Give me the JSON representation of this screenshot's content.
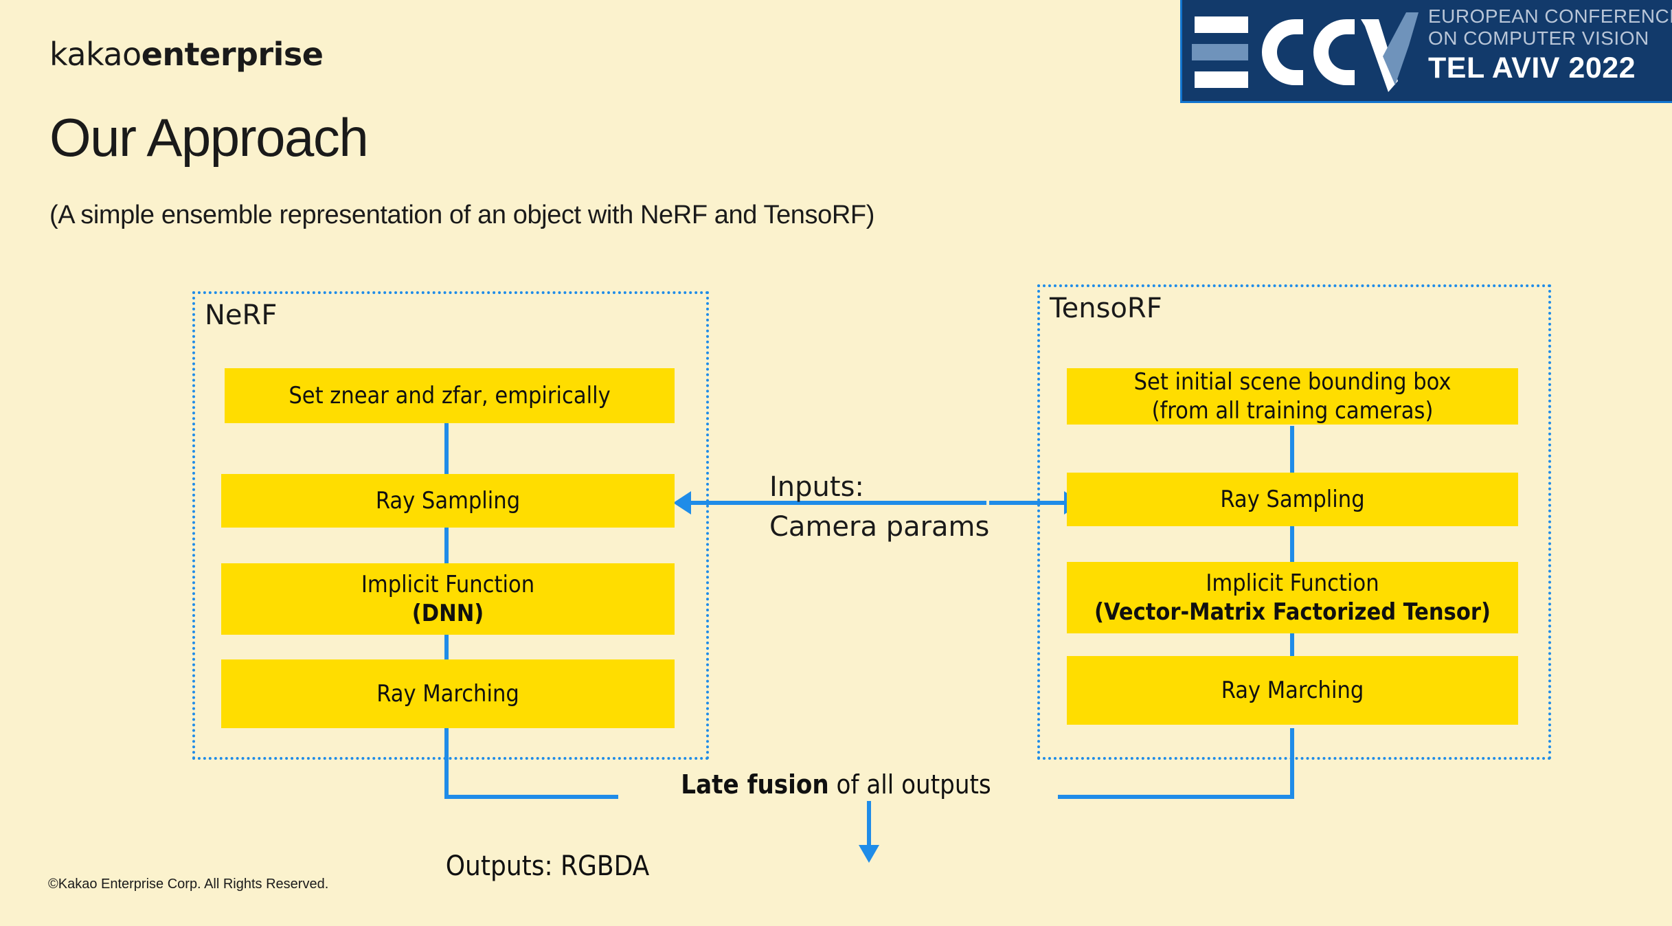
{
  "slide": {
    "brand": {
      "part1": "kakao",
      "part2": "enterprise"
    },
    "title": "Our Approach",
    "subtitle": "(A simple ensemble representation of an object with NeRF and TensoRF)",
    "footer": "©Kakao Enterprise Corp. All Rights Reserved."
  },
  "eccv_logo": {
    "mark": "ECCV",
    "line1": "EUROPEAN CONFERENCE",
    "line2": "ON COMPUTER VISION",
    "line3": "TEL AVIV 2022"
  },
  "diagram": {
    "left_panel": {
      "label": "NeRF",
      "boxes": [
        {
          "lines": [
            {
              "text": "Set znear and zfar, empirically",
              "bold": false
            }
          ]
        },
        {
          "lines": [
            {
              "text": "Ray Sampling",
              "bold": false
            }
          ]
        },
        {
          "lines": [
            {
              "text": "Implicit Function",
              "bold": false
            },
            {
              "text": "(DNN)",
              "bold": true
            }
          ]
        },
        {
          "lines": [
            {
              "text": "Ray Marching",
              "bold": false
            }
          ]
        }
      ]
    },
    "right_panel": {
      "label": "TensoRF",
      "boxes": [
        {
          "lines": [
            {
              "text": "Set initial scene bounding box",
              "bold": false
            },
            {
              "text": "(from all training cameras)",
              "bold": false
            }
          ]
        },
        {
          "lines": [
            {
              "text": "Ray Sampling",
              "bold": false
            }
          ]
        },
        {
          "lines": [
            {
              "text": "Implicit Function",
              "bold": false
            },
            {
              "text": "(Vector-Matrix Factorized Tensor)",
              "bold": true
            }
          ]
        },
        {
          "lines": [
            {
              "text": "Ray Marching",
              "bold": false
            }
          ]
        }
      ]
    },
    "inputs_label_line1": "Inputs:",
    "inputs_label_line2": "Camera params",
    "fusion_label_bold": "Late fusion",
    "fusion_label_rest": " of all outputs",
    "outputs_label": "Outputs: RGBDA"
  },
  "colors": {
    "background": "#fbf2cd",
    "box_yellow": "#FFDD00",
    "connector_blue": "#1f8ce8",
    "eccv_navy": "#123A6B",
    "text_dark": "#1a1a1a"
  }
}
